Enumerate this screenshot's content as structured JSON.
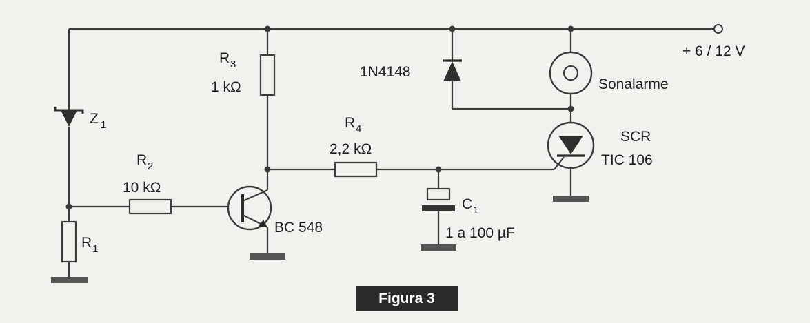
{
  "labels": {
    "z1": "Z",
    "z1_sub": "1",
    "r1": "R",
    "r1_sub": "1",
    "r2": "R",
    "r2_sub": "2",
    "r2_value": "10 kΩ",
    "r3": "R",
    "r3_sub": "3",
    "r3_value": "1 kΩ",
    "r4": "R",
    "r4_sub": "4",
    "r4_value": "2,2 kΩ",
    "c1": "C",
    "c1_sub": "1",
    "c1_value": "1 a 100 µF",
    "transistor": "BC 548",
    "diode": "1N4148",
    "buzzer": "Sonalarme",
    "scr": "SCR",
    "scr_model": "TIC 106",
    "supply": "+ 6 / 12 V"
  },
  "figure_caption": "Figura 3"
}
